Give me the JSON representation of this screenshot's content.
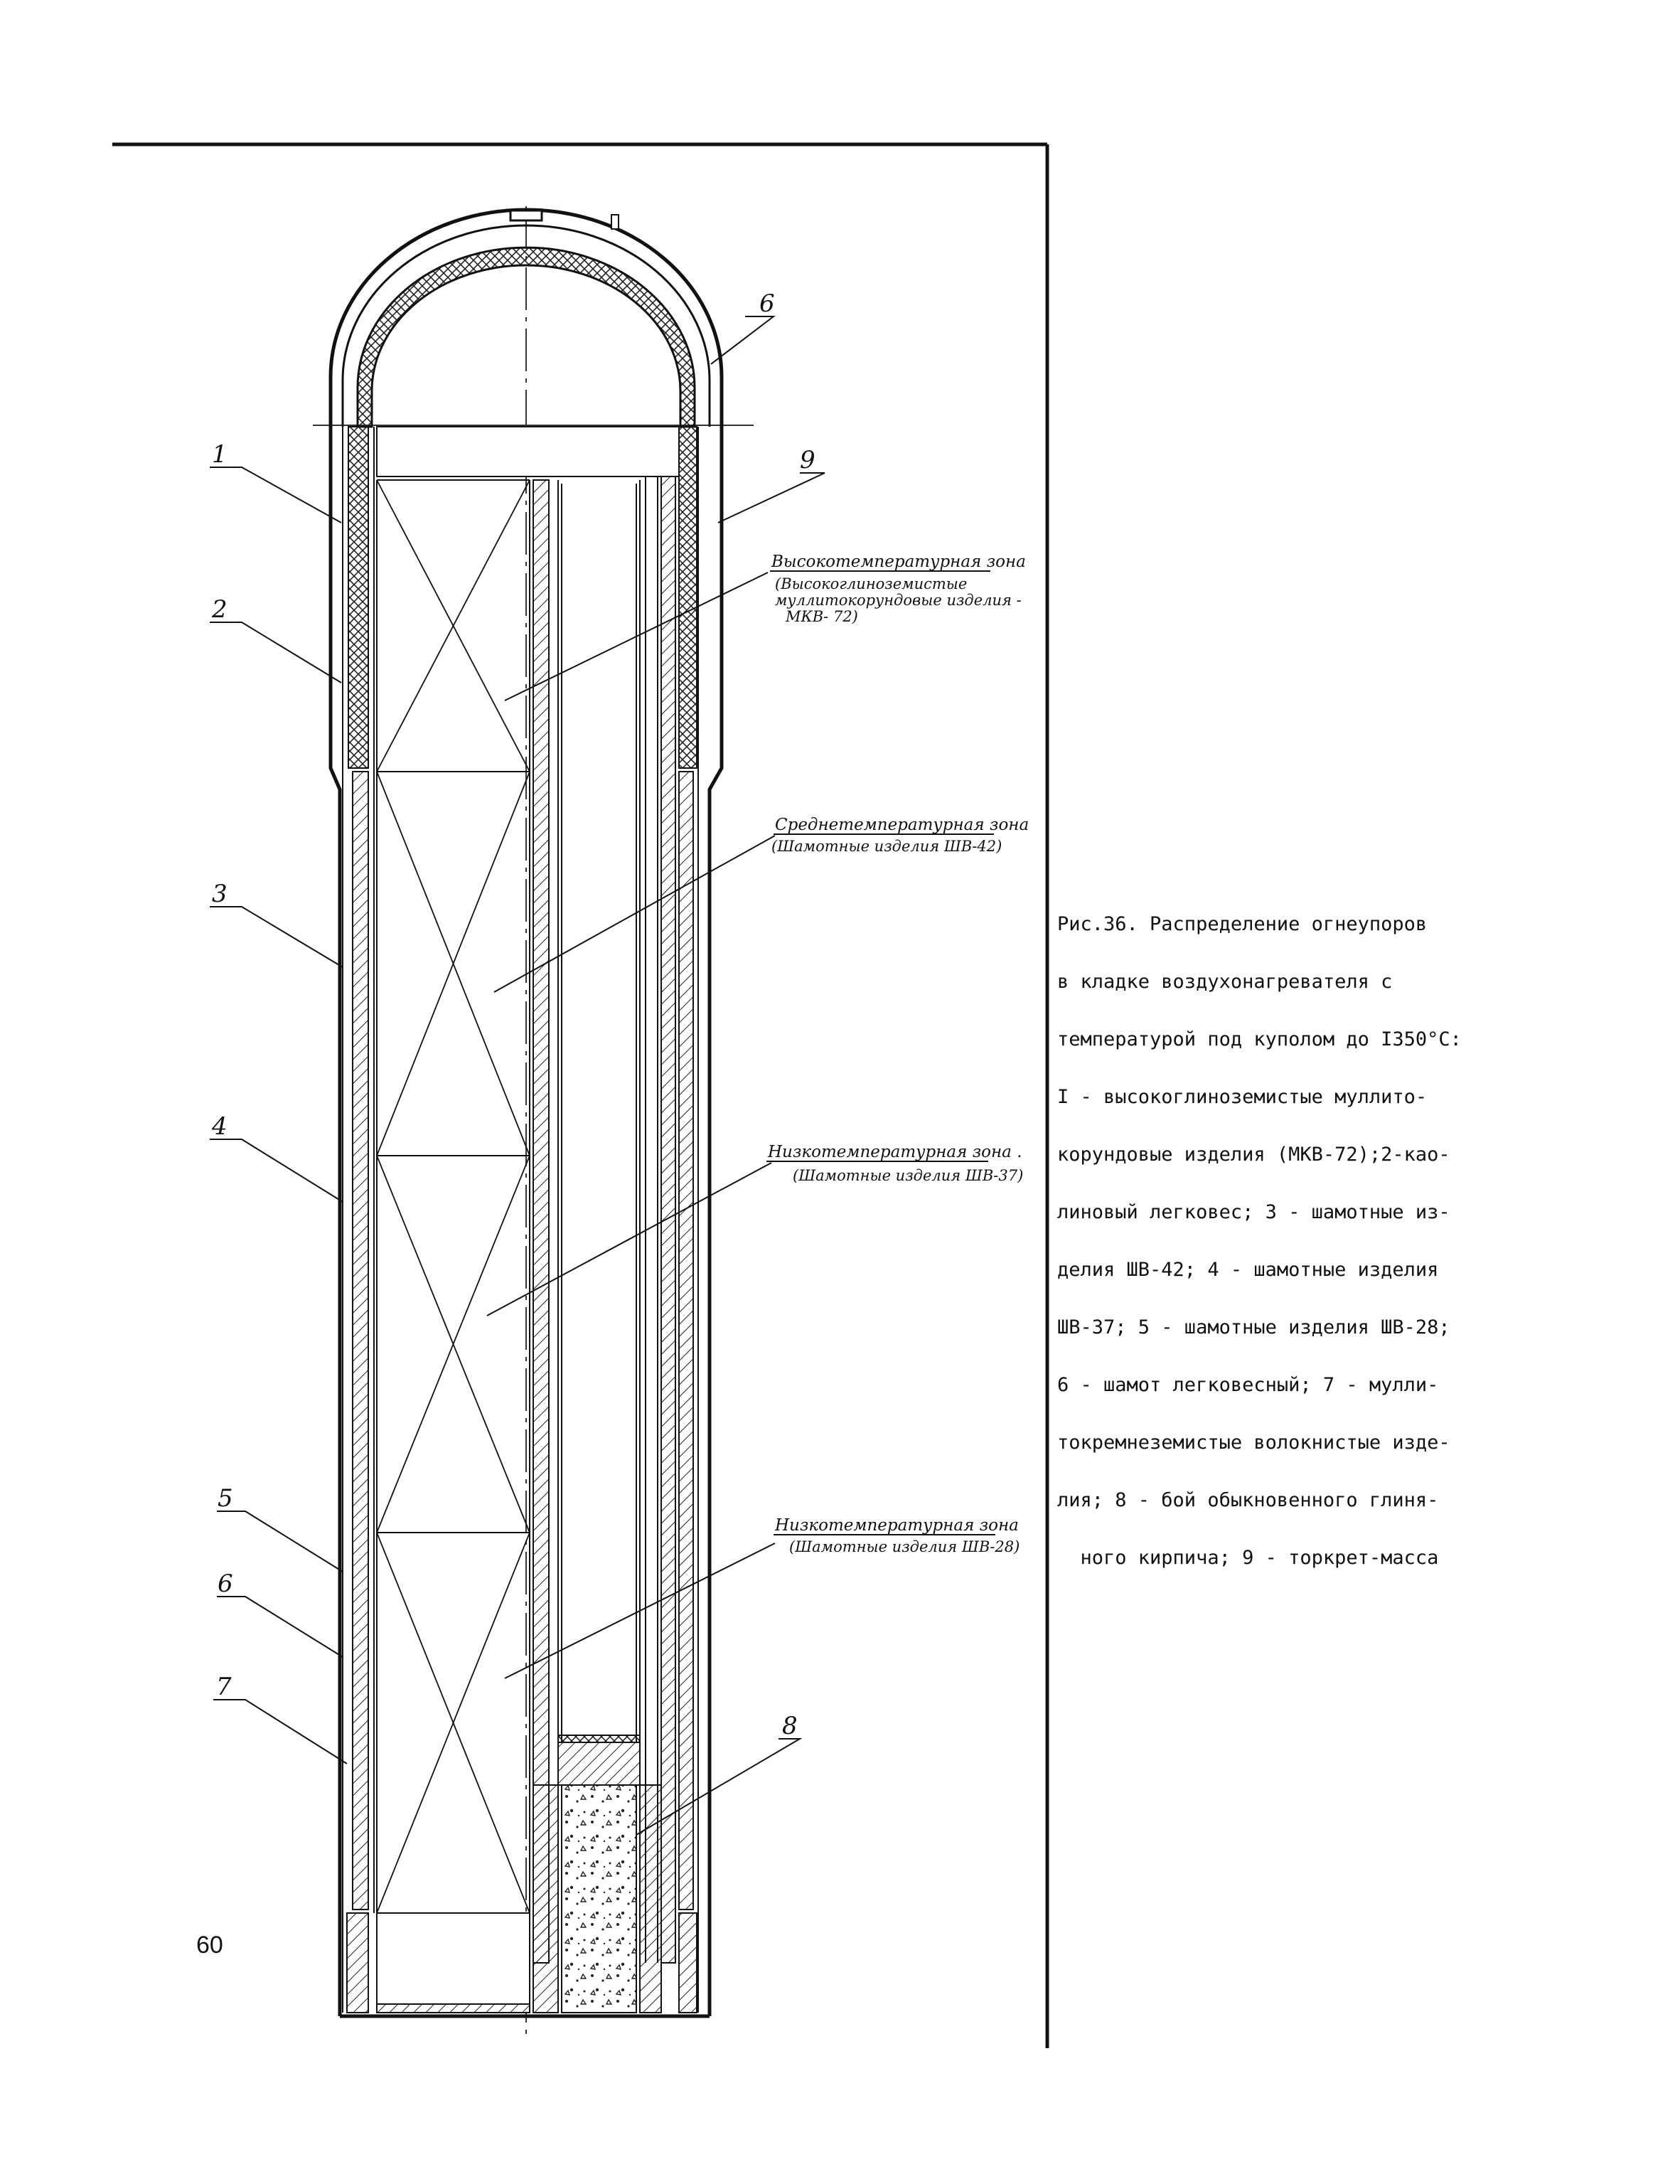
{
  "page_number": "60",
  "callouts": {
    "c1": "1",
    "c2": "2",
    "c3": "3",
    "c4": "4",
    "c5": "5",
    "c6": "6",
    "c7": "7",
    "c6_top": "6",
    "c8": "8",
    "c9": "9"
  },
  "zones": {
    "high": {
      "title": "Высокотемпературная зона",
      "sub1": "(Высокоглиноземистые",
      "sub2": "муллитокорундовые изделия -",
      "sub3": "МКВ- 72)"
    },
    "medium": {
      "title": "Среднетемпературная зона",
      "sub1": "(Шамотные изделия ШВ-42)"
    },
    "low1": {
      "title": "Низкотемпературная зона .",
      "sub1": "(Шамотные изделия ШВ-37)"
    },
    "low2": {
      "title": "Низкотемпературная зона",
      "sub1": "(Шамотные изделия ШВ-28)"
    }
  },
  "caption": {
    "lines": [
      "Рис.36. Распределение огнеупоров",
      "в кладке воздухонагревателя с",
      "температурой под куполом до I350°С:",
      "I - высокоглиноземистые муллито-",
      "корундовые изделия (МКВ-72);2-као-",
      "линовый легковес; 3 - шамотные из-",
      "делия ШВ-42; 4 - шамотные изделия",
      "ШВ-37; 5 - шамотные изделия ШВ-28;",
      "6 - шамот легковесный; 7 - мулли-",
      "токремнеземистые волокнистые изде-",
      "лия; 8 - бой обыкновенного глиня-",
      "  ного кирпича; 9 - торкрет-масса"
    ]
  }
}
